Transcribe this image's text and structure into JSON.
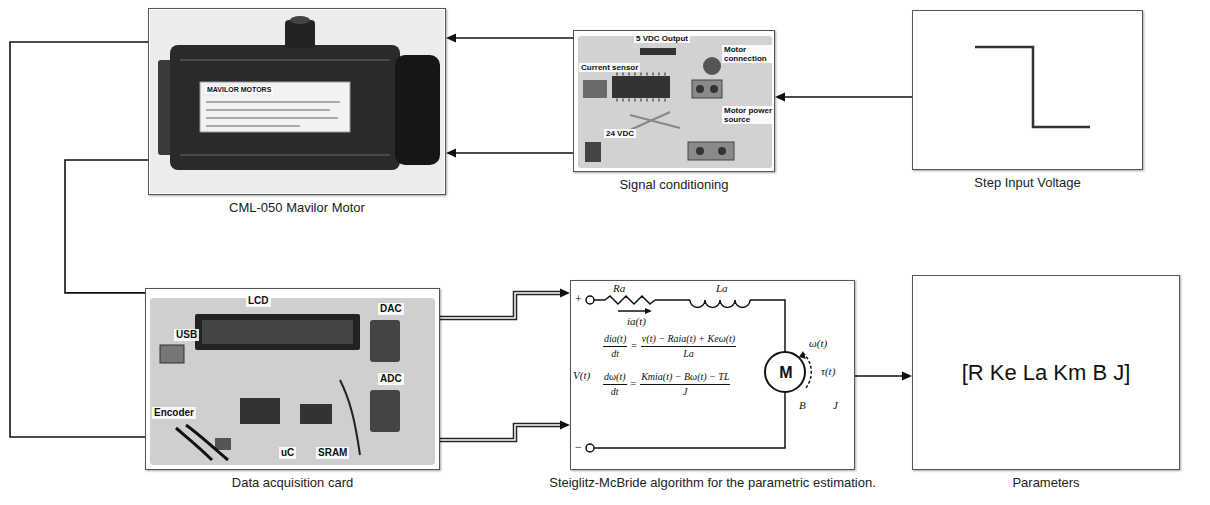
{
  "diagram": {
    "nodes": [
      {
        "text": [
          "CML-050 Mavilor Motor",
          "MAVILOR MOTORS"
        ]
      },
      {
        "text": [
          "Signal conditioning",
          "5 VDC Output",
          "Current sensor",
          "Motor connection",
          "Motor power source",
          "24 VDC"
        ]
      },
      {
        "text": [
          "Step Input Voltage"
        ]
      },
      {
        "text": [
          "Data acquisition card",
          "LCD",
          "USB",
          "DAC",
          "ADC",
          "Encoder",
          "uC",
          "SRAM"
        ]
      },
      {
        "text": [
          "Steiglitz-McBride algorithm for the parametric estimation.",
          "Ra",
          "La",
          "ia(t)",
          "+",
          "V(t)",
          "dia(t)",
          "dt",
          "=",
          "v(t) − Raia(t) + Keω(t)",
          "La",
          "dω(t)",
          "dt",
          "=",
          "Kmia(t) − Bω(t) − TL",
          "J",
          "−",
          "M",
          "ω(t)",
          "τ(t)",
          "B",
          "J"
        ]
      },
      {
        "text": [
          "Parameters",
          "[R Ke La Km B J]"
        ]
      }
    ],
    "edges": [
      {
        "from": 2,
        "to": 1,
        "arrow": "to"
      },
      {
        "from": 1,
        "to": 0,
        "arrow": "to"
      },
      {
        "from": 1,
        "to": 0,
        "arrow": "to"
      },
      {
        "from": 0,
        "to": 3,
        "arrow": "none"
      },
      {
        "from": 0,
        "to": 3,
        "arrow": "none"
      },
      {
        "from": 3,
        "to": 4,
        "arrow": "to"
      },
      {
        "from": 3,
        "to": 4,
        "arrow": "to"
      },
      {
        "from": 4,
        "to": 5,
        "arrow": "to"
      }
    ]
  }
}
